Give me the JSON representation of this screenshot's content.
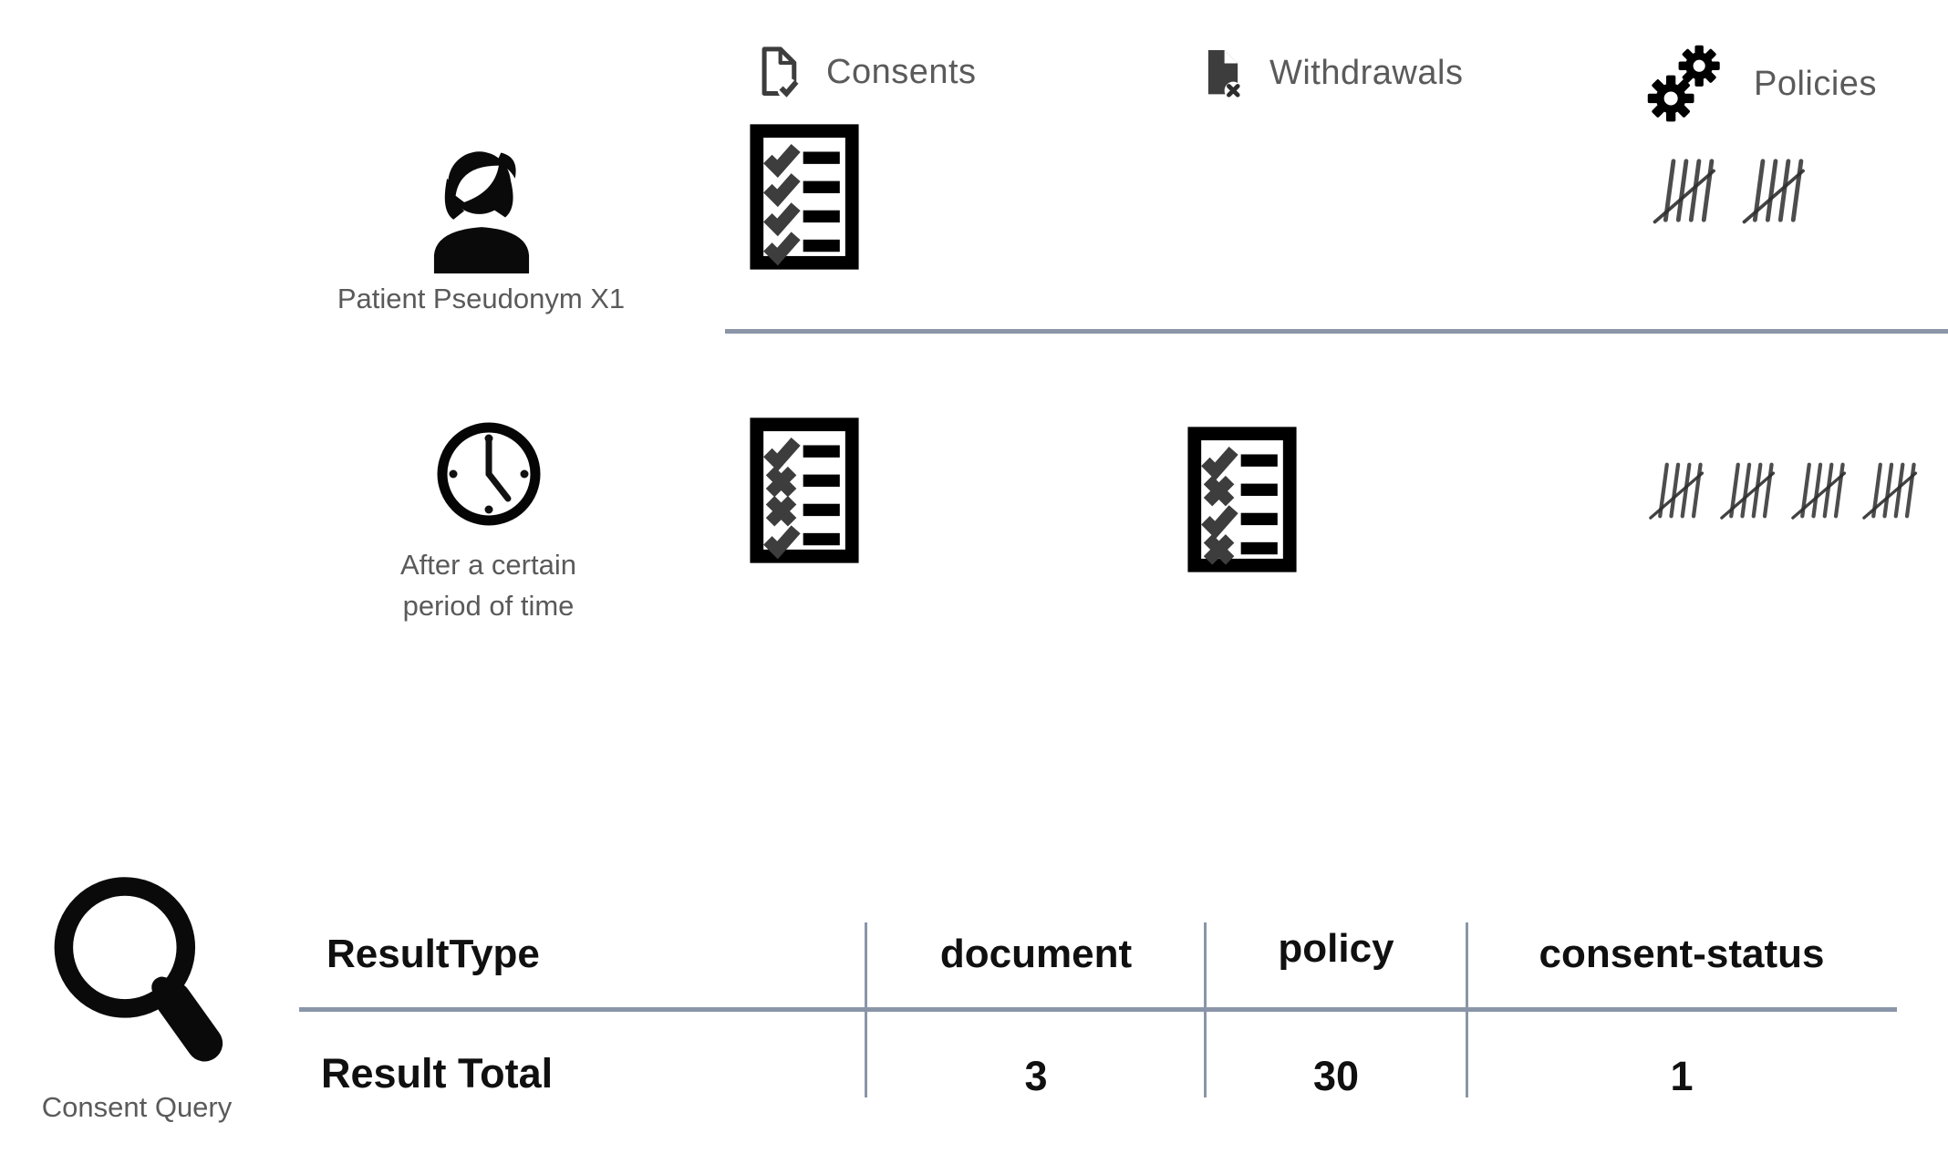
{
  "columns": {
    "consents": {
      "label": "Consents"
    },
    "withdrawals": {
      "label": "Withdrawals"
    },
    "policies": {
      "label": "Policies"
    }
  },
  "rows": [
    {
      "label": "Patient Pseudonym X1",
      "consents_checklist": [
        "check",
        "check",
        "check",
        "check"
      ],
      "policies_tally": 10
    },
    {
      "label_lines": [
        "After a certain",
        "period of time"
      ],
      "consents_checklist": [
        "check",
        "x",
        "x",
        "check"
      ],
      "withdrawals_checklist": [
        "check",
        "x",
        "check",
        "x"
      ],
      "policies_tally": 20
    }
  ],
  "query": {
    "label": "Consent Query"
  },
  "table": {
    "headers": [
      "ResultType",
      "document",
      "policy",
      "consent-status"
    ],
    "rows": [
      {
        "label": "Result Total",
        "values": [
          "3",
          "30",
          "1"
        ]
      }
    ]
  },
  "colors": {
    "label_gray": "#5a5a5a",
    "divider_blue": "#8a95a8",
    "icon_dark": "#3d3d3d",
    "black": "#0a0a0a"
  }
}
